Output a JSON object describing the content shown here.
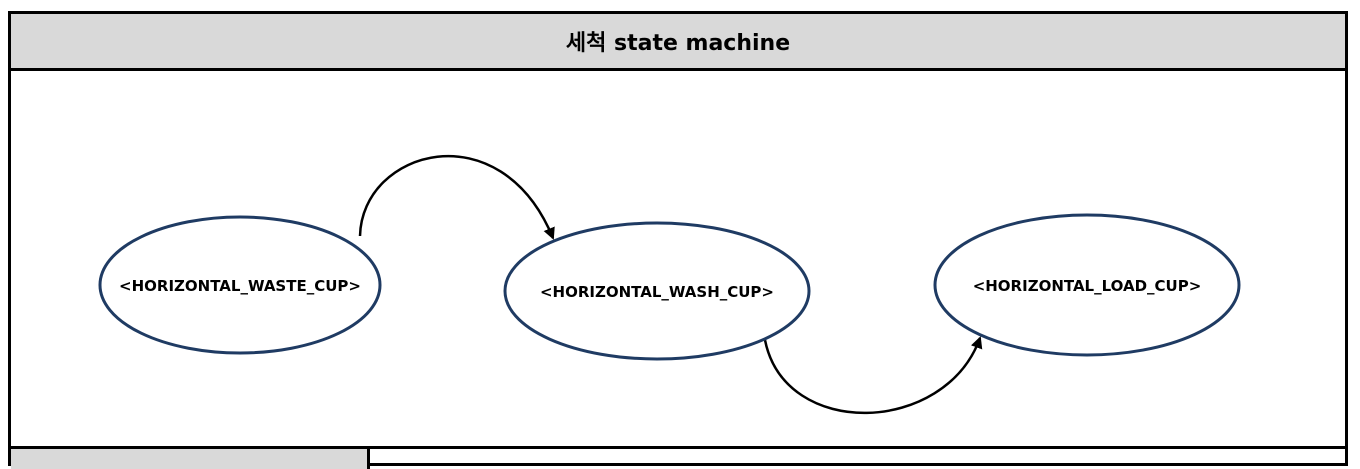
{
  "diagram": {
    "title": "세척 state machine",
    "states": [
      {
        "id": "waste",
        "label": "<HORIZONTAL_WASTE_CUP>"
      },
      {
        "id": "wash",
        "label": "<HORIZONTAL_WASH_CUP>"
      },
      {
        "id": "load",
        "label": "<HORIZONTAL_LOAD_CUP>"
      }
    ],
    "transitions": [
      {
        "from": "waste",
        "to": "wash"
      },
      {
        "from": "wash",
        "to": "load"
      }
    ]
  }
}
